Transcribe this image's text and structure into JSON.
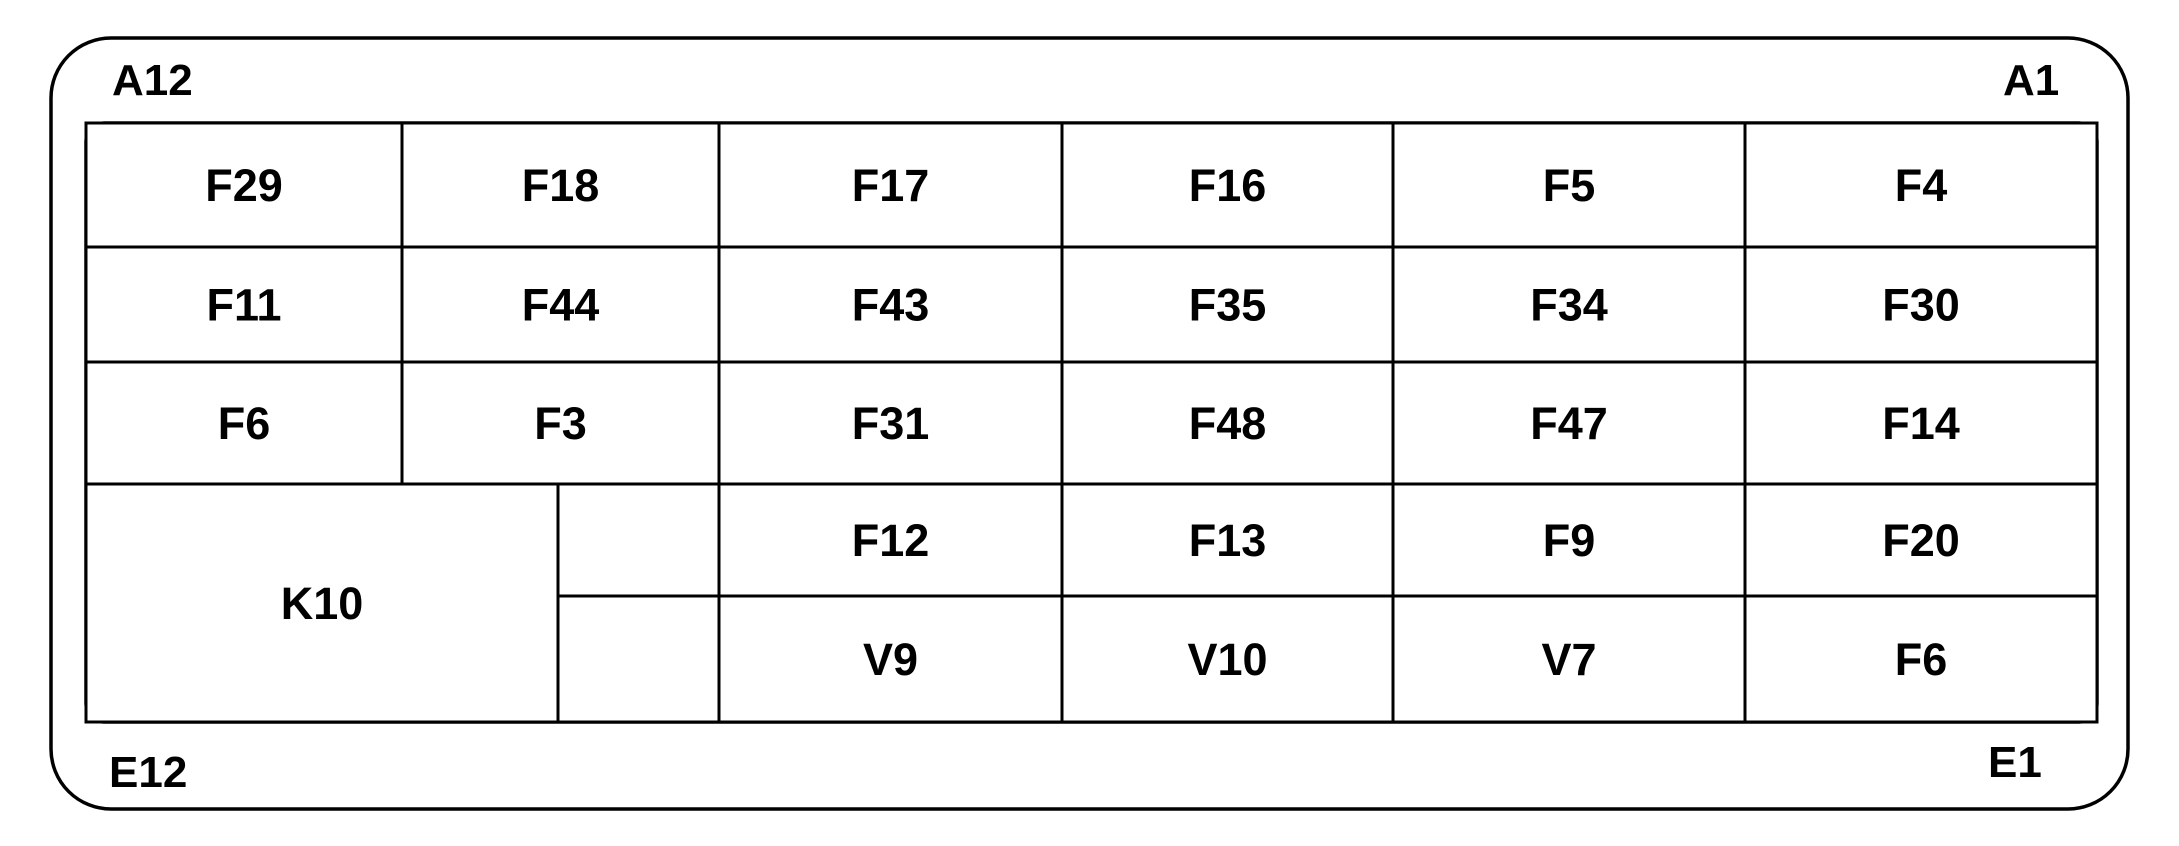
{
  "corners": {
    "top_left": "A12",
    "top_right": "A1",
    "bottom_left": "E12",
    "bottom_right": "E1"
  },
  "rows": [
    [
      "F29",
      "F18",
      "F17",
      "F16",
      "F5",
      "F4"
    ],
    [
      "F11",
      "F44",
      "F43",
      "F35",
      "F34",
      "F30"
    ],
    [
      "F6",
      "F3",
      "F31",
      "F48",
      "F47",
      "F14"
    ],
    [
      "F12",
      "F13",
      "F9",
      "F20"
    ],
    [
      "V9",
      "V10",
      "V7",
      "F6"
    ]
  ],
  "relay": "K10"
}
